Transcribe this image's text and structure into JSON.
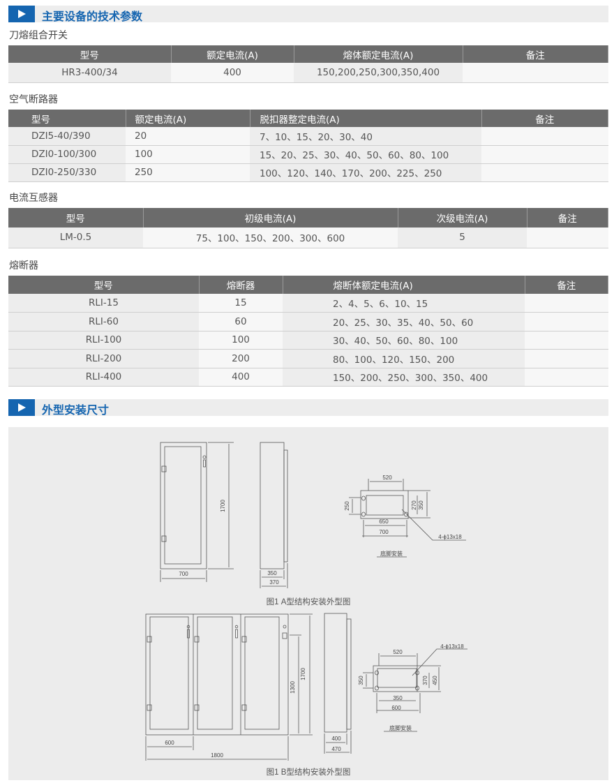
{
  "section1": {
    "title": "主要设备的技术参数"
  },
  "t1": {
    "title": "刀熔组合开关",
    "headers": [
      "型号",
      "额定电流(A)",
      "熔体额定电流(A)",
      "备注"
    ],
    "rows": [
      [
        "HR3-400/34",
        "400",
        "150,200,250,300,350,400",
        ""
      ]
    ]
  },
  "t2": {
    "title": "空气断路器",
    "headers": [
      "型号",
      "额定电流(A)",
      "脱扣器整定电流(A)",
      "备注"
    ],
    "rows": [
      [
        "DZI5-40/390",
        "20",
        "7、10、15、20、30、40",
        ""
      ],
      [
        "DZI0-100/300",
        "100",
        "15、20、25、30、40、50、60、80、100",
        ""
      ],
      [
        "DZI0-250/330",
        "250",
        "100、120、140、170、200、225、250",
        ""
      ]
    ]
  },
  "t3": {
    "title": "电流互感器",
    "headers": [
      "型号",
      "初级电流(A)",
      "次级电流(A)",
      "备注"
    ],
    "rows": [
      [
        "LM-0.5",
        "75、100、150、200、300、600",
        "5",
        ""
      ]
    ]
  },
  "t4": {
    "title": "熔断器",
    "headers": [
      "型号",
      "熔断器",
      "熔断体额定电流(A)",
      "备注"
    ],
    "rows": [
      [
        "RLI-15",
        "15",
        "2、4、5、6、10、15",
        ""
      ],
      [
        "RLI-60",
        "60",
        "20、25、30、35、40、50、60",
        ""
      ],
      [
        "RLI-100",
        "100",
        "30、40、50、60、80、100",
        ""
      ],
      [
        "RLI-200",
        "200",
        "80、100、120、150、200",
        ""
      ],
      [
        "RLI-400",
        "400",
        "150、200、250、300、350、400",
        ""
      ]
    ]
  },
  "section2": {
    "title": "外型安装尺寸"
  },
  "figA": {
    "caption": "图1 A型结构安装外型图",
    "height": "1700",
    "width": "700",
    "side_depth": "350",
    "side_total": "370",
    "base": {
      "top": "520",
      "left": "250",
      "inner_right": "270",
      "right": "350",
      "bottom_inner": "650",
      "bottom": "700",
      "holes": "4-ϕ13x18",
      "label": "底脚安装"
    }
  },
  "figB": {
    "caption": "图1 B型结构安装外型图",
    "height": "1700",
    "door_height": "1300",
    "unit_width": "600",
    "width": "1800",
    "side_depth": "400",
    "side_total": "470",
    "base": {
      "top": "520",
      "left": "350",
      "inner_right": "370",
      "right": "450",
      "bottom_inner": "350",
      "bottom": "600",
      "holes": "4-ϕ13x18",
      "label": "底脚安装"
    }
  }
}
